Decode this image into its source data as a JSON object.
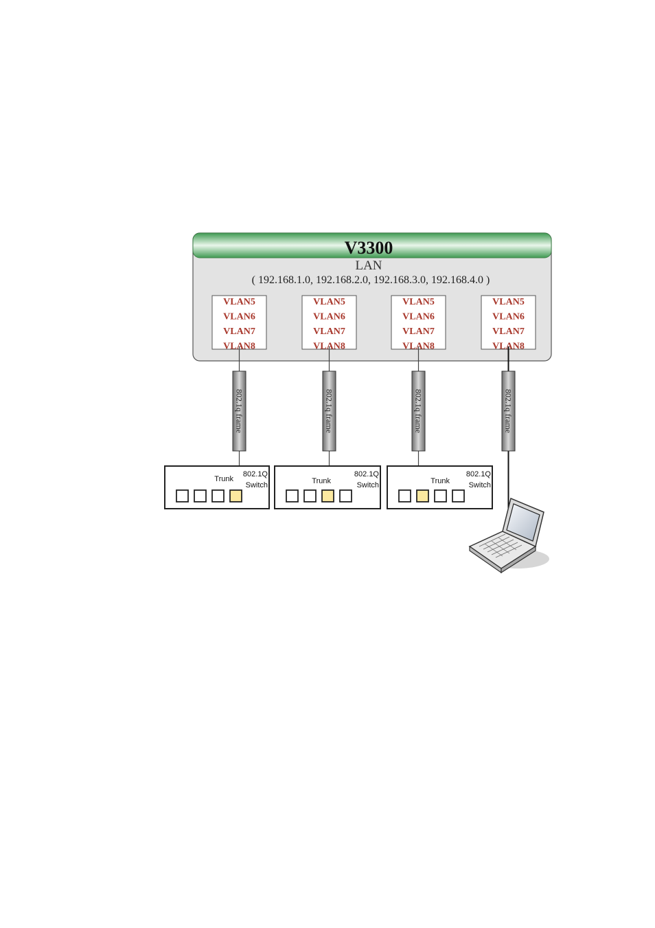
{
  "device": {
    "title": "V3300",
    "lan_label": "LAN",
    "subnets": "( 192.168.1.0, 192.168.2.0, 192.168.3.0, 192.168.4.0 )"
  },
  "port_groups": [
    {
      "vlans": [
        "VLAN5",
        "VLAN6",
        "VLAN7",
        "VLAN8"
      ]
    },
    {
      "vlans": [
        "VLAN5",
        "VLAN6",
        "VLAN7",
        "VLAN8"
      ]
    },
    {
      "vlans": [
        "VLAN5",
        "VLAN6",
        "VLAN7",
        "VLAN8"
      ]
    },
    {
      "vlans": [
        "VLAN5",
        "VLAN6",
        "VLAN7",
        "VLAN8"
      ]
    }
  ],
  "links": [
    {
      "label": "802.1q frame"
    },
    {
      "label": "802.1q frame"
    },
    {
      "label": "802.1q frame"
    },
    {
      "label": "802.1q frame"
    }
  ],
  "switches": [
    {
      "trunk_label": "Trunk",
      "model_label": "802.1Q",
      "type_label": "Switch",
      "trunk_port_index": 3
    },
    {
      "trunk_label": "Trunk",
      "model_label": "802.1Q",
      "type_label": "Switch",
      "trunk_port_index": 2
    },
    {
      "trunk_label": "Trunk",
      "model_label": "802.1Q",
      "type_label": "Switch",
      "trunk_port_index": 1
    }
  ],
  "colors": {
    "header_green": "#5faf6a",
    "panel_gray": "#e3e3e3",
    "vlan_red": "#a8372b",
    "trunk_port": "#fbe9a0"
  },
  "icons": {
    "endpoint": "laptop-icon"
  }
}
